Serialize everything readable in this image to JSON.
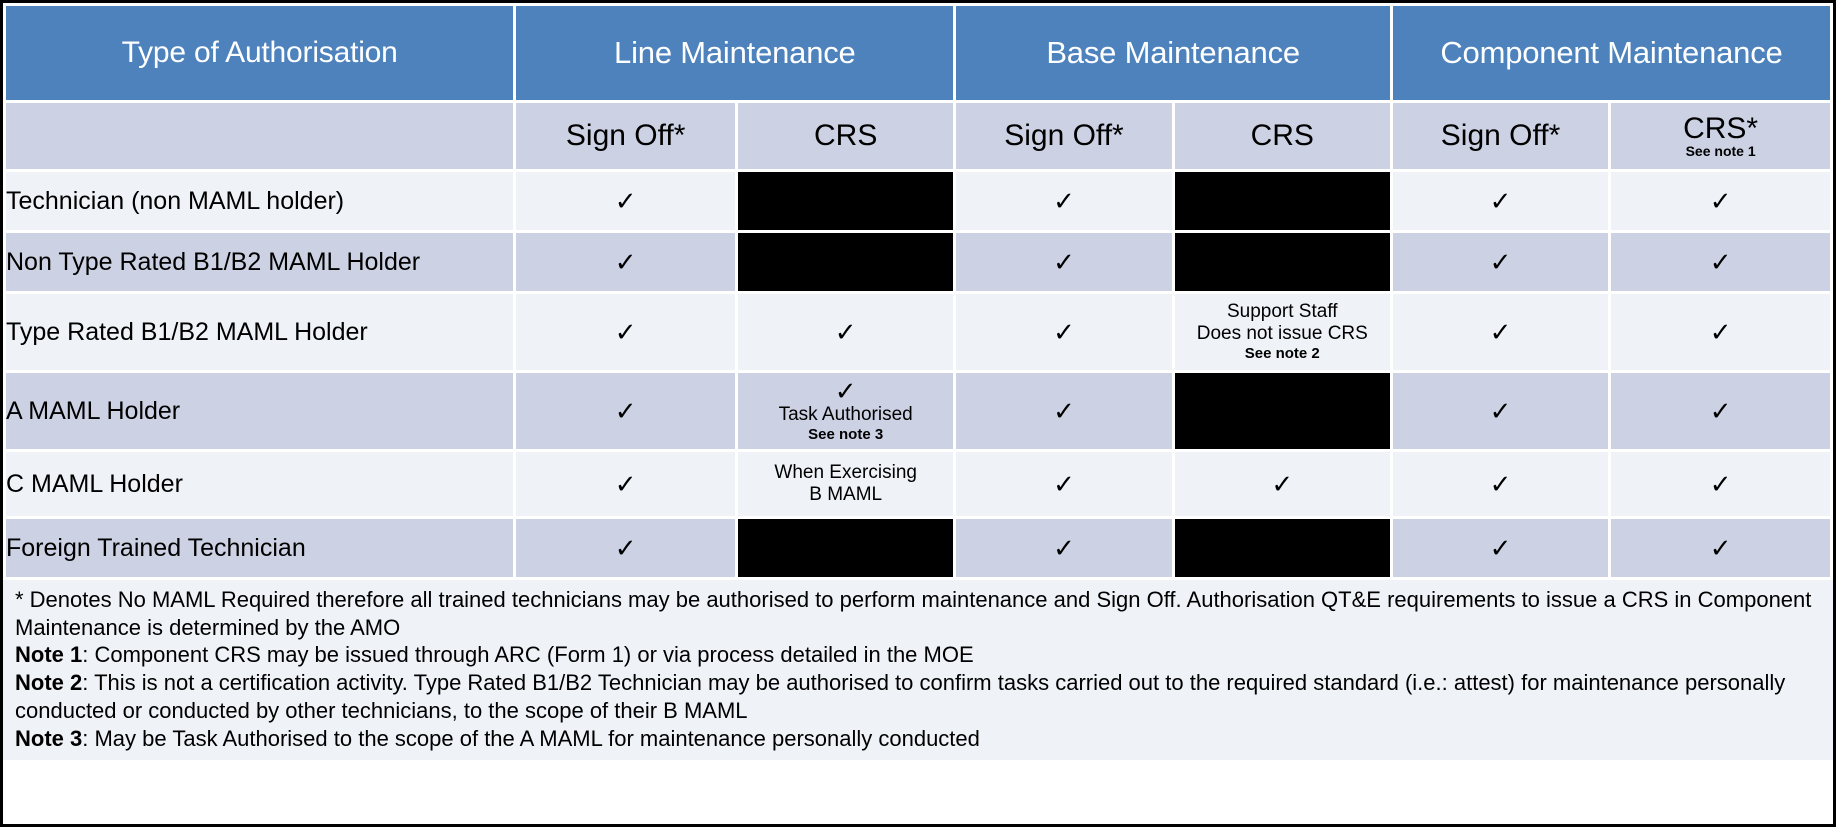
{
  "table": {
    "group_headers": [
      {
        "label": "Type of Authorisation",
        "span": 1
      },
      {
        "label": "Line Maintenance",
        "span": 2
      },
      {
        "label": "Base Maintenance",
        "span": 2
      },
      {
        "label": "Component Maintenance",
        "span": 2
      }
    ],
    "sub_headers": [
      {
        "label": "",
        "note": ""
      },
      {
        "label": "Sign Off*",
        "note": ""
      },
      {
        "label": "CRS",
        "note": ""
      },
      {
        "label": "Sign Off*",
        "note": ""
      },
      {
        "label": "CRS",
        "note": ""
      },
      {
        "label": "Sign Off*",
        "note": ""
      },
      {
        "label": "CRS*",
        "note": "See note 1"
      }
    ],
    "rows": [
      {
        "label": "Technician (non MAML holder)",
        "cells": [
          {
            "type": "tick",
            "tick": "✓"
          },
          {
            "type": "black"
          },
          {
            "type": "tick",
            "tick": "✓"
          },
          {
            "type": "black"
          },
          {
            "type": "tick",
            "tick": "✓"
          },
          {
            "type": "tick",
            "tick": "✓"
          }
        ]
      },
      {
        "label": "Non Type Rated B1/B2 MAML Holder",
        "cells": [
          {
            "type": "tick",
            "tick": "✓"
          },
          {
            "type": "black"
          },
          {
            "type": "tick",
            "tick": "✓"
          },
          {
            "type": "black"
          },
          {
            "type": "tick",
            "tick": "✓"
          },
          {
            "type": "tick",
            "tick": "✓"
          }
        ]
      },
      {
        "label": "Type Rated B1/B2 MAML Holder",
        "cells": [
          {
            "type": "tick",
            "tick": "✓"
          },
          {
            "type": "tick",
            "tick": "✓"
          },
          {
            "type": "tick",
            "tick": "✓"
          },
          {
            "type": "text",
            "line1": "Support Staff",
            "line2": "Does not issue CRS",
            "note": "See note 2"
          },
          {
            "type": "tick",
            "tick": "✓"
          },
          {
            "type": "tick",
            "tick": "✓"
          }
        ]
      },
      {
        "label": "A MAML Holder",
        "cells": [
          {
            "type": "tick",
            "tick": "✓"
          },
          {
            "type": "tick-text",
            "tick": "✓",
            "line1": "Task Authorised",
            "note": "See note 3"
          },
          {
            "type": "tick",
            "tick": "✓"
          },
          {
            "type": "black"
          },
          {
            "type": "tick",
            "tick": "✓"
          },
          {
            "type": "tick",
            "tick": "✓"
          }
        ]
      },
      {
        "label": "C MAML Holder",
        "cells": [
          {
            "type": "tick",
            "tick": "✓"
          },
          {
            "type": "text",
            "line1": "When Exercising",
            "line2": "B MAML",
            "note": ""
          },
          {
            "type": "tick",
            "tick": "✓"
          },
          {
            "type": "tick",
            "tick": "✓"
          },
          {
            "type": "tick",
            "tick": "✓"
          },
          {
            "type": "tick",
            "tick": "✓"
          }
        ]
      },
      {
        "label": "Foreign Trained Technician",
        "cells": [
          {
            "type": "tick",
            "tick": "✓"
          },
          {
            "type": "black"
          },
          {
            "type": "tick",
            "tick": "✓"
          },
          {
            "type": "black"
          },
          {
            "type": "tick",
            "tick": "✓"
          },
          {
            "type": "tick",
            "tick": "✓"
          }
        ]
      }
    ]
  },
  "footer": {
    "asterisk_note": "* Denotes No MAML Required therefore all trained technicians may be authorised to perform maintenance and Sign Off. Authorisation QT&E requirements to issue a CRS in Component Maintenance is determined by the AMO",
    "note1_label": "Note 1",
    "note1_text": ": Component CRS may be issued through ARC (Form 1) or via process detailed in the MOE",
    "note2_label": "Note 2",
    "note2_text": ": This is not a certification activity. Type Rated B1/B2 Technician may be authorised to confirm tasks carried out to the required standard (i.e.: attest) for maintenance personally conducted or conducted by other technicians, to the scope of their B MAML",
    "note3_label": "Note 3",
    "note3_text": ": May be Task Authorised to the scope of the A MAML for maintenance personally conducted"
  },
  "colors": {
    "header_blue": "#4d82bd",
    "subheader_grey": "#ccd2e3",
    "band_light": "#eff2f7",
    "band_dark": "#ccd2e3",
    "blocked": "#000000",
    "border": "#000000"
  }
}
